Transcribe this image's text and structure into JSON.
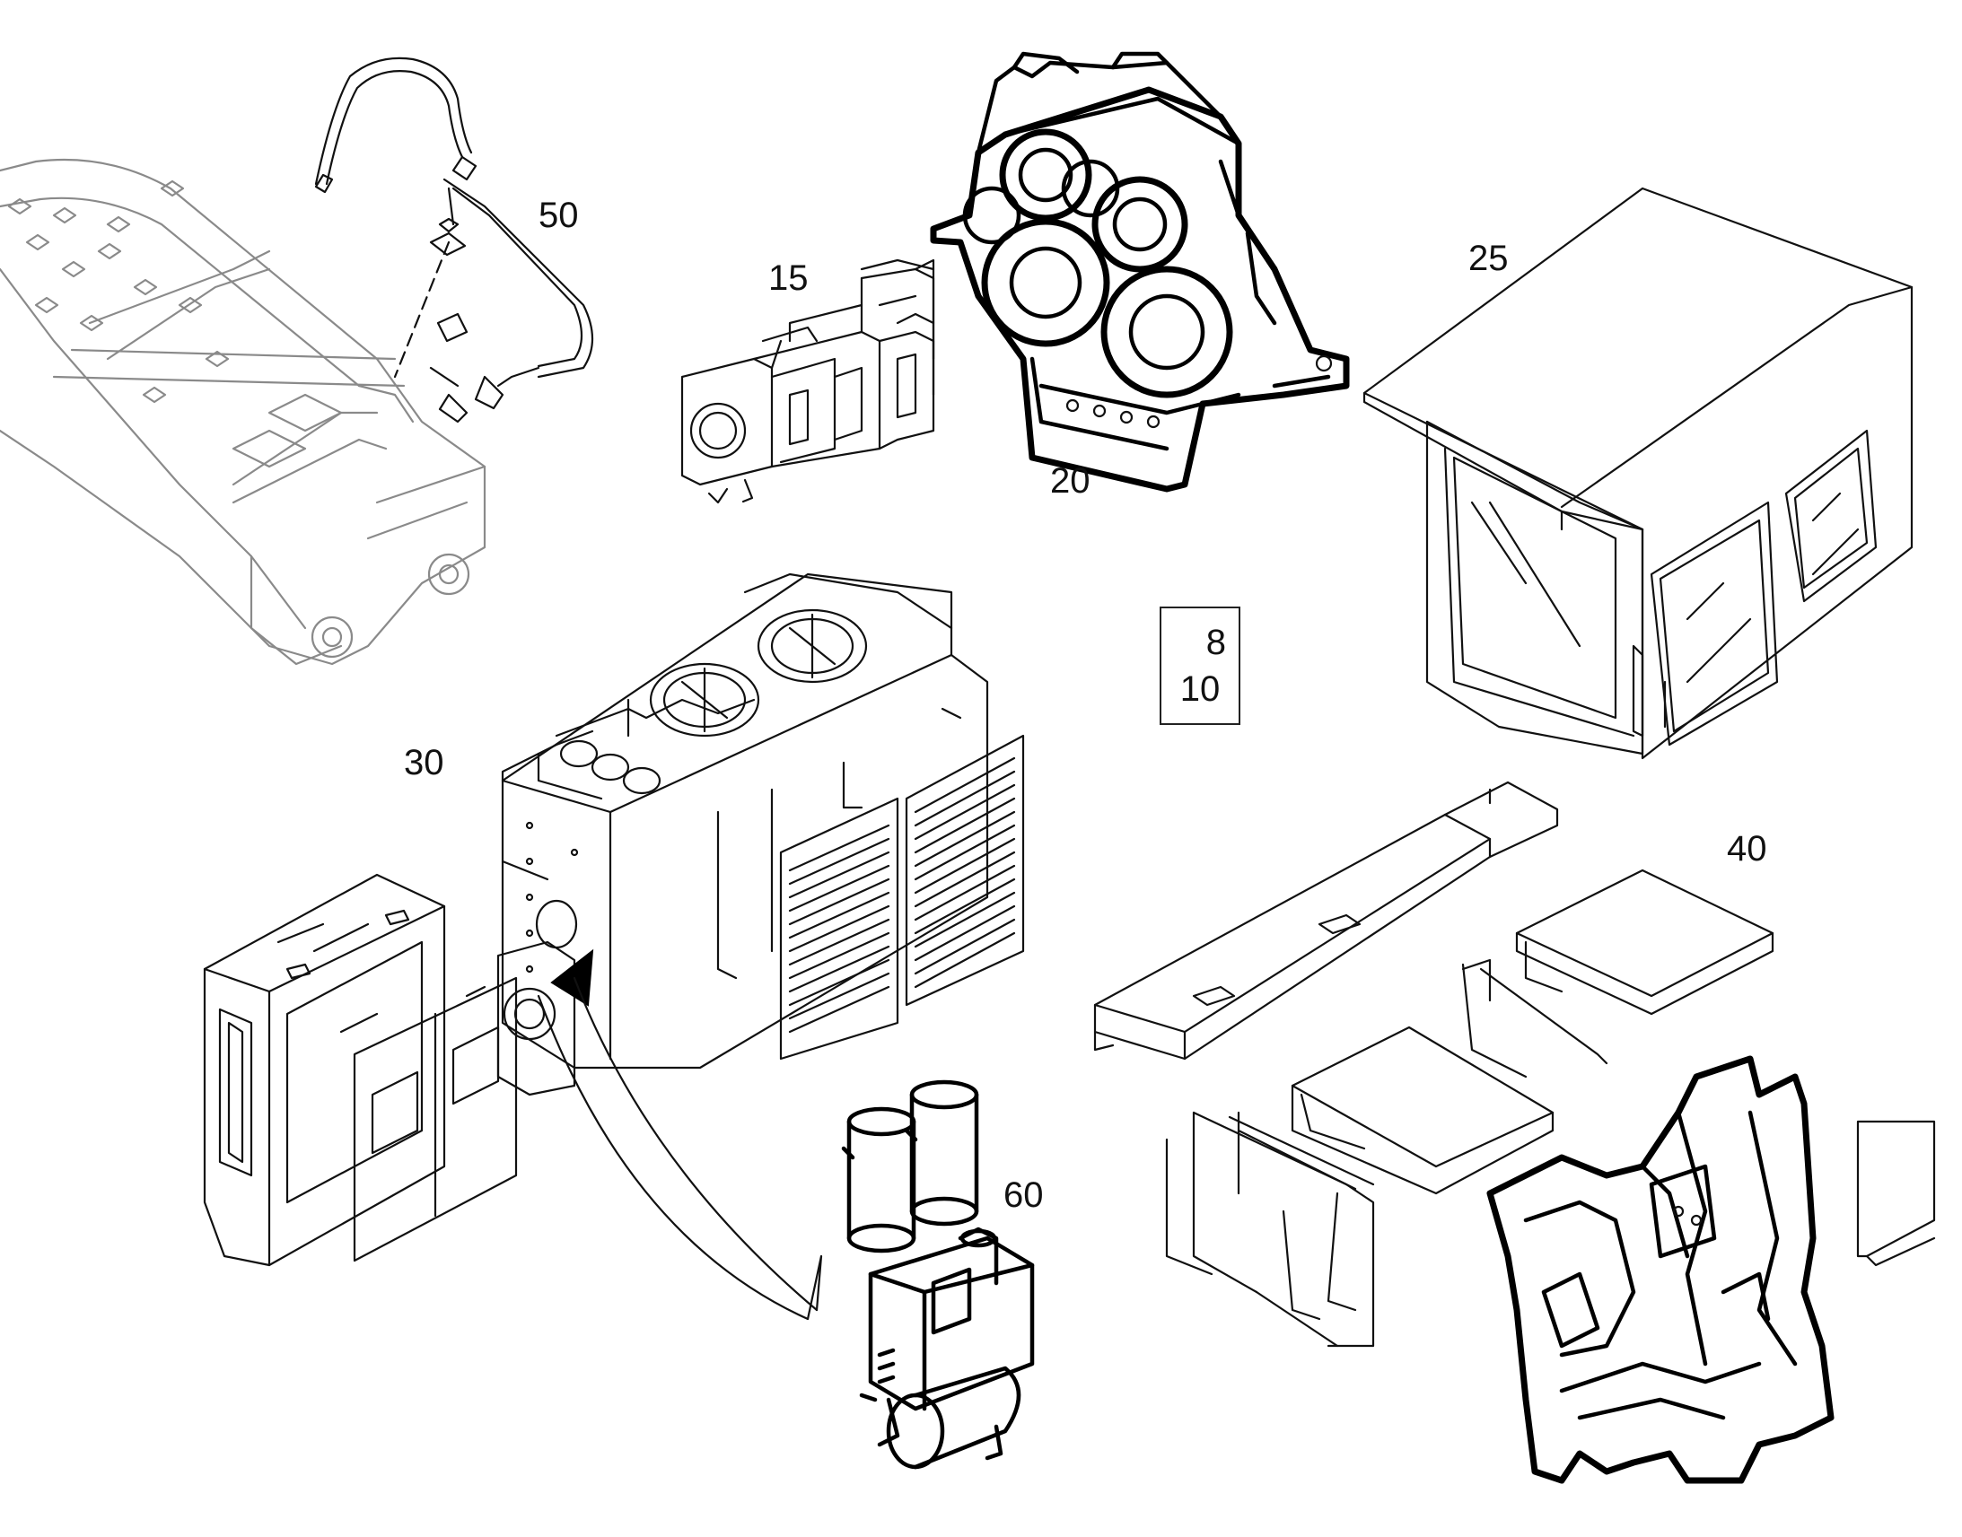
{
  "callouts": {
    "hydraulic_lines": "50",
    "pump": "15",
    "gearbox": "20",
    "cab": "25",
    "engine_frame": "30",
    "covers_sheet_metal": "40",
    "air_compressor": "60"
  },
  "reference_box": {
    "line1": "8",
    "line2": "10"
  },
  "icons": {
    "boom": "boom-assembly-icon",
    "hoses": "hose-lines-icon",
    "pump": "hydraulic-pump-icon",
    "gearbox": "gearbox-icon",
    "cab": "operator-cab-icon",
    "engine_frame": "engine-housing-icon",
    "cab_frame": "cab-frame-icon",
    "compressor": "compressor-icon",
    "covers": "cover-plates-icon",
    "chassis": "chassis-frame-icon"
  },
  "colors": {
    "line": "#000000",
    "ghost_line": "#8a8a8a",
    "background": "#ffffff"
  }
}
